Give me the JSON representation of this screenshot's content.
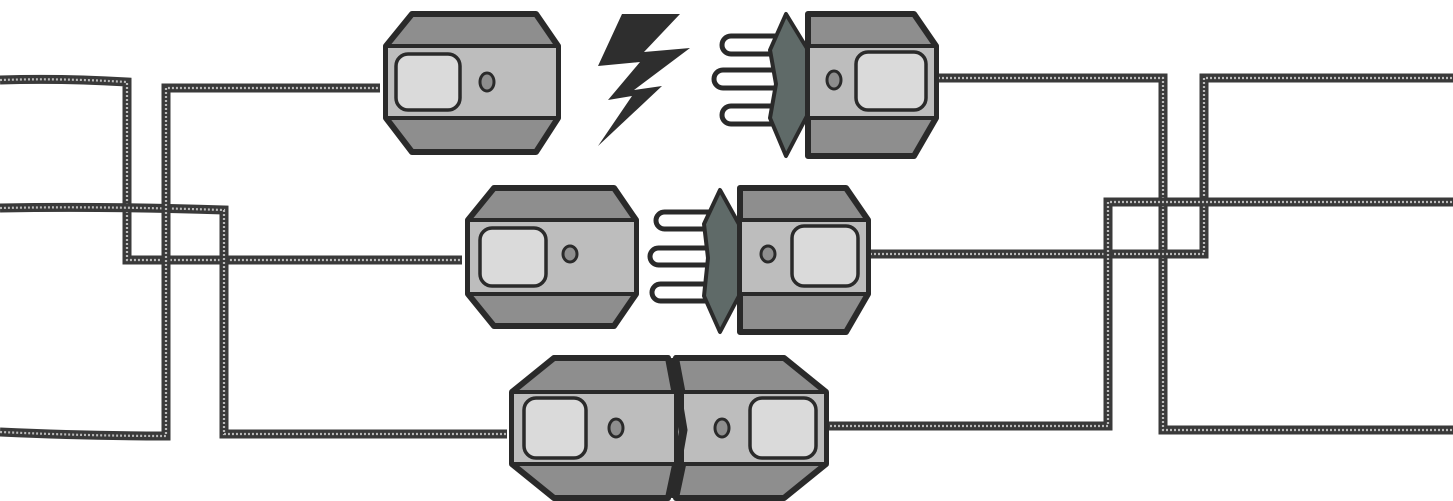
{
  "diagram": {
    "description_visible_text": [],
    "colors": {
      "wire": "#3a3a3a",
      "connector_body": "#8e8e8e",
      "connector_panel": "#bdbdbd",
      "window": "#dadada",
      "pin_face": "#5f6a68",
      "background": "#ffffff"
    },
    "connector_pairs": [
      {
        "id": "top",
        "state": "disconnected-with-spark"
      },
      {
        "id": "middle",
        "state": "disconnected"
      },
      {
        "id": "bottom",
        "state": "connected"
      }
    ],
    "icons": [
      "lightning-bolt-icon",
      "connector-plug-icon",
      "connector-socket-icon",
      "pin-icon"
    ]
  }
}
